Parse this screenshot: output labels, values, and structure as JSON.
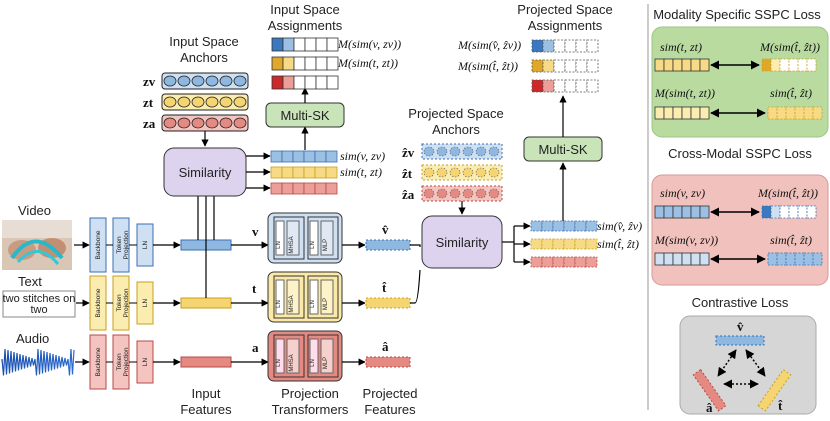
{
  "inputs": {
    "video": "Video",
    "text": "Text",
    "text_example_line1": "two stitches on",
    "text_example_line2": "two",
    "audio": "Audio"
  },
  "encoder": {
    "backbone": "Backbone",
    "token": "Token",
    "projection": "Projection",
    "ln": "LN"
  },
  "transformer": {
    "ln": "LN",
    "mhsa": "MHSA",
    "mlp": "MLP"
  },
  "features": {
    "v": "v",
    "t": "t",
    "a": "a",
    "v_hat": "v̂",
    "t_hat": "t̂",
    "a_hat": "â"
  },
  "anchors": {
    "zv": "zv",
    "zt": "zt",
    "za": "za",
    "zv_hat": "ẑv",
    "zt_hat": "ẑt",
    "za_hat": "ẑa"
  },
  "sims": {
    "v_zv": "sim(v, zv)",
    "t_zt": "sim(t, zt)",
    "m_v_zv": "M(sim(v, zv))",
    "m_t_zt": "M(sim(t, zt))",
    "vh_zvh": "sim(v̂, ẑv)",
    "th_zth": "sim(t̂, ẑt)",
    "m_vh_zvh": "M(sim(v̂, ẑv))",
    "m_th_zth": "M(sim(t̂, ẑt))"
  },
  "labels": {
    "input_anchors_1": "Input Space",
    "input_anchors_2": "Anchors",
    "input_assign_1": "Input Space",
    "input_assign_2": "Assignments",
    "proj_anchors_1": "Projected Space",
    "proj_anchors_2": "Anchors",
    "proj_assign_1": "Projected Space",
    "proj_assign_2": "Assignments",
    "similarity": "Similarity",
    "multi_sk": "Multi-SK",
    "input_features_1": "Input",
    "input_features_2": "Features",
    "proj_transformers_1": "Projection",
    "proj_transformers_2": "Transformers",
    "proj_features_1": "Projected",
    "proj_features_2": "Features"
  },
  "losses": {
    "modality_title": "Modality Specific  SSPC Loss",
    "ms_l1": "sim(t, zt)",
    "ms_r1": "M(sim(t̂, ẑt))",
    "ms_l2": "M(sim(t, zt))",
    "ms_r2": "sim(t̂, ẑt)",
    "cross_title": "Cross-Modal SSPC Loss",
    "cm_l1": "sim(v, zv)",
    "cm_r1": "M(sim(t̂, ẑt))",
    "cm_l2": "M(sim(v, zv))",
    "cm_r2": "sim(t̂, ẑt)",
    "contrastive_title": "Contrastive Loss"
  },
  "colors": {
    "video": "#8fb8e0",
    "text": "#f5d572",
    "audio": "#e58a82",
    "video_dark": "#3a6fb0",
    "text_dark": "#c9a11a",
    "audio_dark": "#b84a45"
  }
}
